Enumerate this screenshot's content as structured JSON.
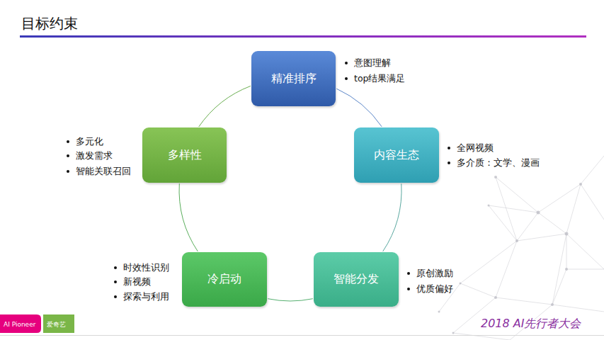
{
  "diagram": {
    "title": "目标约束",
    "nodes": [
      {
        "text": [
          "精准排序"
        ]
      },
      {
        "text": [
          "内容生态"
        ]
      },
      {
        "text": [
          "智能分发"
        ]
      },
      {
        "text": [
          "冷启动"
        ]
      },
      {
        "text": [
          "多样性"
        ]
      }
    ],
    "edges": [
      {
        "from": 0,
        "to": 1,
        "arrow": "none"
      },
      {
        "from": 1,
        "to": 2,
        "arrow": "none"
      },
      {
        "from": 2,
        "to": 3,
        "arrow": "none"
      },
      {
        "from": 3,
        "to": 4,
        "arrow": "none"
      },
      {
        "from": 4,
        "to": 0,
        "arrow": "none"
      }
    ],
    "labels": [
      "意图理解",
      "top结果满足",
      "全网视频",
      "多介质：文学、漫画",
      "原创激励",
      "优质偏好",
      "时效性识别",
      "新视频",
      "探索与利用",
      "多元化",
      "激发需求",
      "智能关联召回",
      "AI Pioneer",
      "爱奇艺",
      "2018 AI先行者大会"
    ]
  }
}
